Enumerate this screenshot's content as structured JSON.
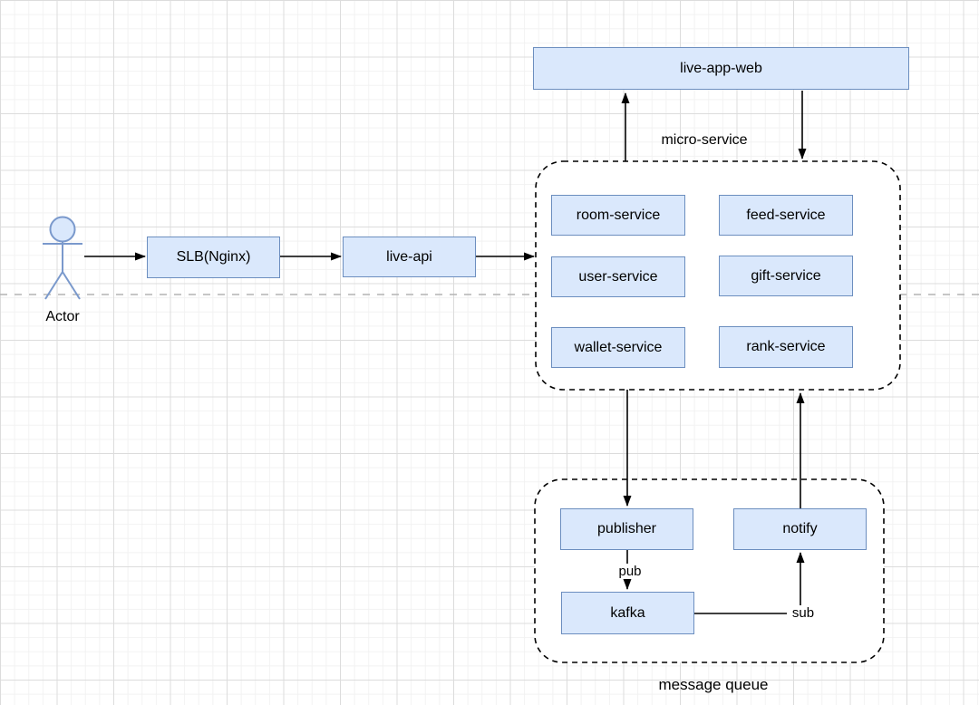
{
  "diagram": {
    "actor": {
      "label": "Actor"
    },
    "pipeline": {
      "slb": "SLB(Nginx)",
      "live_api": "live-api"
    },
    "web": {
      "live_app_web": "live-app-web"
    },
    "micro_service": {
      "label": "micro-service",
      "services": [
        "room-service",
        "feed-service",
        "user-service",
        "gift-service",
        "wallet-service",
        "rank-service"
      ]
    },
    "message_queue": {
      "label": "message queue",
      "publisher": "publisher",
      "notify": "notify",
      "kafka": "kafka",
      "pub_label": "pub",
      "sub_label": "sub"
    },
    "colors": {
      "node_fill": "#dae8fc",
      "node_stroke": "#6c8ebf",
      "actor_stroke": "#7a99cc",
      "connector": "#000000",
      "container_stroke": "#000000",
      "divider": "#b3b3b3",
      "grid_minor": "#f2f2f2",
      "grid_major": "#dcdcdc",
      "background": "#ffffff"
    }
  }
}
